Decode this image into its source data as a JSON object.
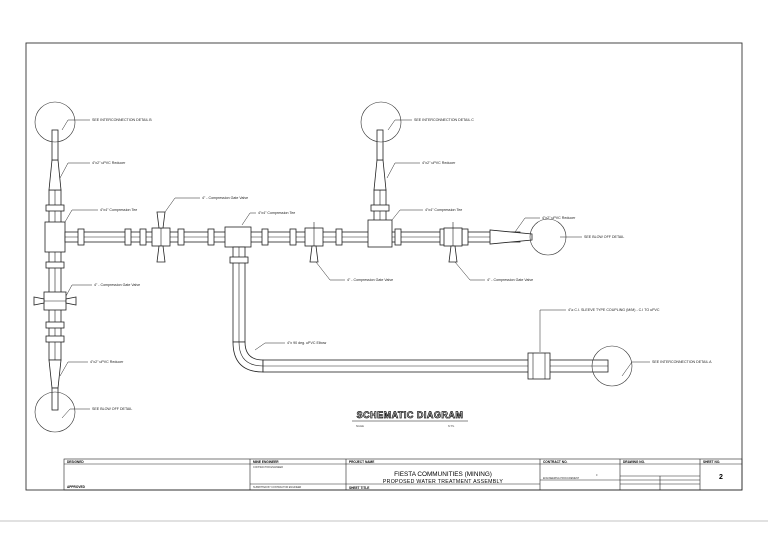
{
  "callouts": {
    "interconnection_b": "SEE INTERCONNECTION DETAIL B",
    "interconnection_c": "SEE INTERCONNECTION DETAIL C",
    "reducer_left_top": "4\"x2\" uPVC Reducer",
    "reducer_mid_top": "4\"x2\" uPVC Reducer",
    "tee_left": "4\"x4\" Compression Tee",
    "gate_valve_top": "4\" - Compression Gate Valve",
    "tee_mid": "4\"x4\" Compression Tee",
    "tee_right": "4\"x4\" Compression Tee",
    "reducer_right": "4\"x2\" uPVC Reducer",
    "blow_off_right": "SEE BLOW OFF DETAIL",
    "gate_valve_left": "4\" - Compression Gate Valve",
    "gate_valve_mid": "4\" - Compression Gate Valve",
    "gate_valve_right": "4\" - Compression Gate Valve",
    "sleeve_coupling": "4\"⌀ C.I. SLEEVE TYPE COUPLING (M/M) - C.I TO uPVC",
    "elbow": "4\"x 90 deg. uPVC Elbow",
    "reducer_left_bottom": "4\"x2\" uPVC Reducer",
    "interconnection_a": "SEE INTERCONNECTION DETAIL A",
    "blow_off_left": "SEE BLOW OFF DETAIL"
  },
  "diagram_title": "SCHEMATIC DIAGRAM",
  "scale_label": "SCALE",
  "scale_value": "N.T.S.",
  "title_block": {
    "col1_header": "DESIGNED",
    "col1_bottom": "APPROVED",
    "col2_header": "MINE ENGINEER",
    "col2_sub": "CONTRACTOR ENGINEER",
    "col2_bottom": "SUBMITTED BY CONTRACTOR ENGINEER",
    "col3_header": "PROJECT NAME",
    "project_name": "FIESTA COMMUNITIES (MINING)",
    "drawing_title": "PROPOSED WATER TREATMENT ASSEMBLY",
    "col3_bottom": "SHEET TITLE",
    "col4_header": "CONTRACT NO.",
    "col4_value": "0",
    "col4_sub": "ENGINEERING PROCUREMENT",
    "col5_header": "DRAWING NO.",
    "col6_header": "SHEET NO.",
    "sheet_number": "2"
  }
}
